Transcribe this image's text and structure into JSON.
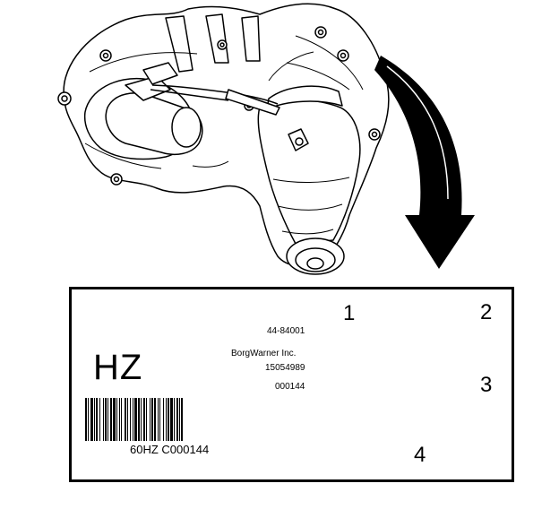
{
  "label": {
    "model_code": "HZ",
    "lines": [
      {
        "text": "44-84001",
        "callout": "1"
      },
      {
        "text": "BorgWarner Inc.",
        "callout": "2"
      },
      {
        "text": "15054989",
        "callout": "3"
      },
      {
        "text": "000144",
        "callout": "4"
      }
    ],
    "barcode_text": "60HZ C000144"
  },
  "icons": {
    "rotation_arrow": "curved-arrow-icon",
    "transfer_case": "transfer-case-illustration"
  }
}
